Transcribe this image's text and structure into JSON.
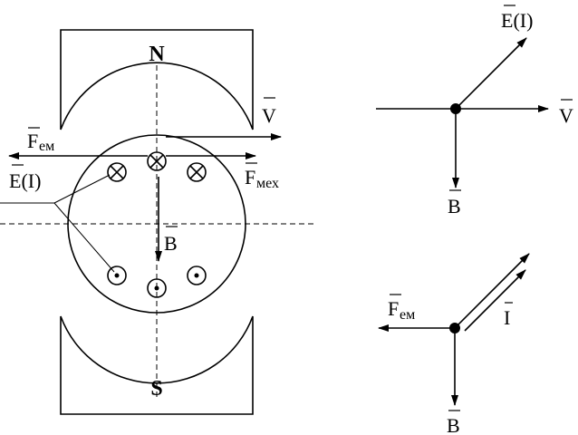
{
  "machine": {
    "pole_north": "N",
    "pole_south": "S",
    "label_velocity": "V",
    "label_force_em": "F",
    "label_force_em_sub": "ем",
    "label_force_mech": "F",
    "label_force_mech_sub": "мех",
    "label_emf": "E(I)",
    "label_field": "B"
  },
  "vector_diagram_1": {
    "label_emf": "E(I)",
    "label_velocity": "V",
    "label_field": "B"
  },
  "vector_diagram_2": {
    "label_force_em": "F",
    "label_force_em_sub": "ем",
    "label_current": "I",
    "label_field": "B"
  }
}
